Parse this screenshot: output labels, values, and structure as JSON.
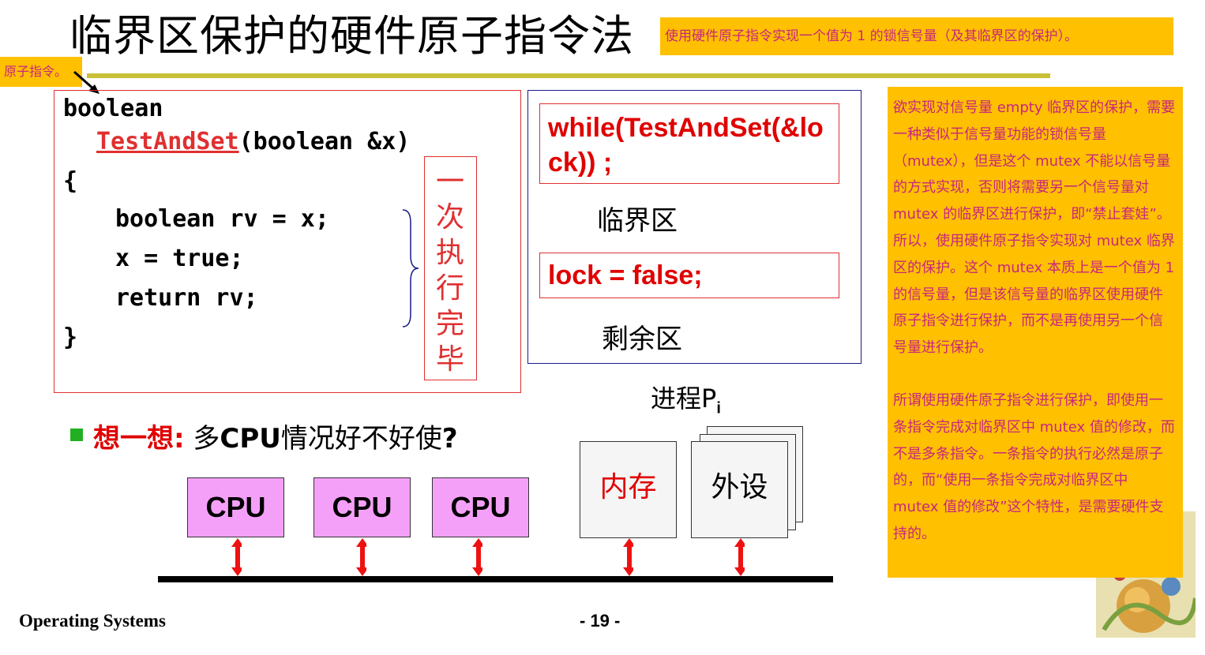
{
  "slide": {
    "title": "临界区保护的硬件原子指令法",
    "top_note": "使用硬件原子指令实现一个值为 1 的锁信号量（及其临界区的保护）。",
    "atomic_note": "原子指令。"
  },
  "code": {
    "line1": "boolean",
    "func_name": "TestAndSet",
    "func_params": "(boolean &x)",
    "open_brace": "{",
    "body1": "boolean rv = x;",
    "body2": "x = true;",
    "body3": "return rv;",
    "close_brace": "}",
    "vertical_label": "一次执行完毕"
  },
  "process": {
    "while_stmt": "while(TestAndSet(&lock)) ;",
    "critical": "临界区",
    "unlock_stmt": "lock = false;",
    "remainder": "剩余区",
    "label": "进程P",
    "label_sub": "i"
  },
  "question": {
    "lead": "想一想:",
    "text_a": " 多",
    "cpu_word": "CPU",
    "text_b": "情况好不好使",
    "qmark": "?"
  },
  "hardware": {
    "cpu1": "CPU",
    "cpu2": "CPU",
    "cpu3": "CPU",
    "memory": "内存",
    "peripheral": "外设"
  },
  "footer": {
    "course": "Operating Systems",
    "page": "- 19 -"
  },
  "right_note": {
    "para1": "欲实现对信号量 empty 临界区的保护，需要一种类似于信号量功能的锁信号量（mutex），但是这个 mutex 不能以信号量的方式实现，否则将需要另一个信号量对 mutex 的临界区进行保护，即“禁止套娃”。",
    "para2": "所以，使用硬件原子指令实现对 mutex 临界区的保护。这个 mutex 本质上是一个值为 1 的信号量，但是该信号量的临界区使用硬件原子指令进行保护，而不是再使用另一个信号量进行保护。",
    "para3": "所谓使用硬件原子指令进行保护，即使用一条指令完成对临界区中 mutex 值的修改，而不是多条指令。一条指令的执行必然是原子的，而“使用一条指令完成对临界区中 mutex 值的修改”这个特性，是需要硬件支持的。"
  },
  "colors": {
    "note_bg": "#ffc000",
    "note_text": "#c8257f",
    "accent_red": "#e00000",
    "cpu_fill": "#f5a0f8",
    "title_rule": "#c8c038"
  }
}
